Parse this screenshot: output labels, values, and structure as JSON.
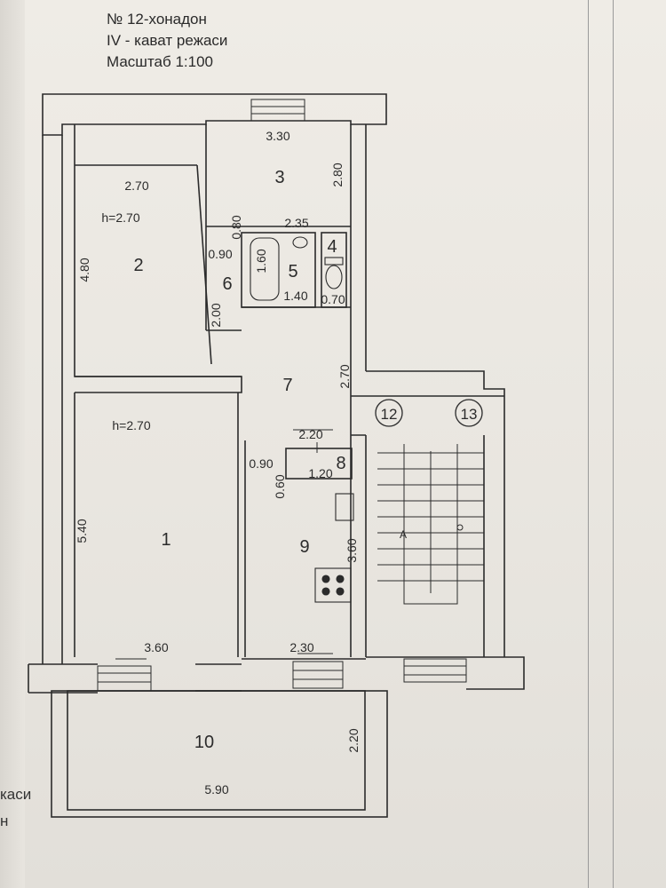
{
  "header": {
    "apartment": "№ 12-хонадон",
    "floor_plan": "IV - кават режаси",
    "scale": "Масштаб 1:100"
  },
  "rooms": {
    "r1": "1",
    "r2": "2",
    "r3": "3",
    "r4": "4",
    "r5": "5",
    "r6": "6",
    "r7": "7",
    "r8": "8",
    "r9": "9",
    "r10": "10"
  },
  "stair_labels": {
    "s12": "12",
    "s13": "13"
  },
  "dims": {
    "d330": "3.30",
    "d280": "2.80",
    "d270_room2": "2.70",
    "h_room2": "h=2.70",
    "d480": "4.80",
    "d080": "0.80",
    "d235": "2.35",
    "d090_a": "0.90",
    "d160": "1.60",
    "d140": "1.40",
    "d070": "0.70",
    "d200": "2.00",
    "d270_hall": "2.70",
    "h_room1": "h=2.70",
    "d220_a": "2.20",
    "d090_b": "0.90",
    "d060": "0.60",
    "d120": "1.20",
    "d540": "5.40",
    "d360_v": "3.60",
    "d360_h": "3.60",
    "d230": "2.30",
    "d220_b": "2.20",
    "d590": "5.90"
  },
  "stair_arrow_label": "A",
  "edge_fragments": {
    "top": "каси",
    "bottom": "н"
  },
  "colors": {
    "line": "#2b2b2b",
    "paper": "#ece9e3"
  }
}
